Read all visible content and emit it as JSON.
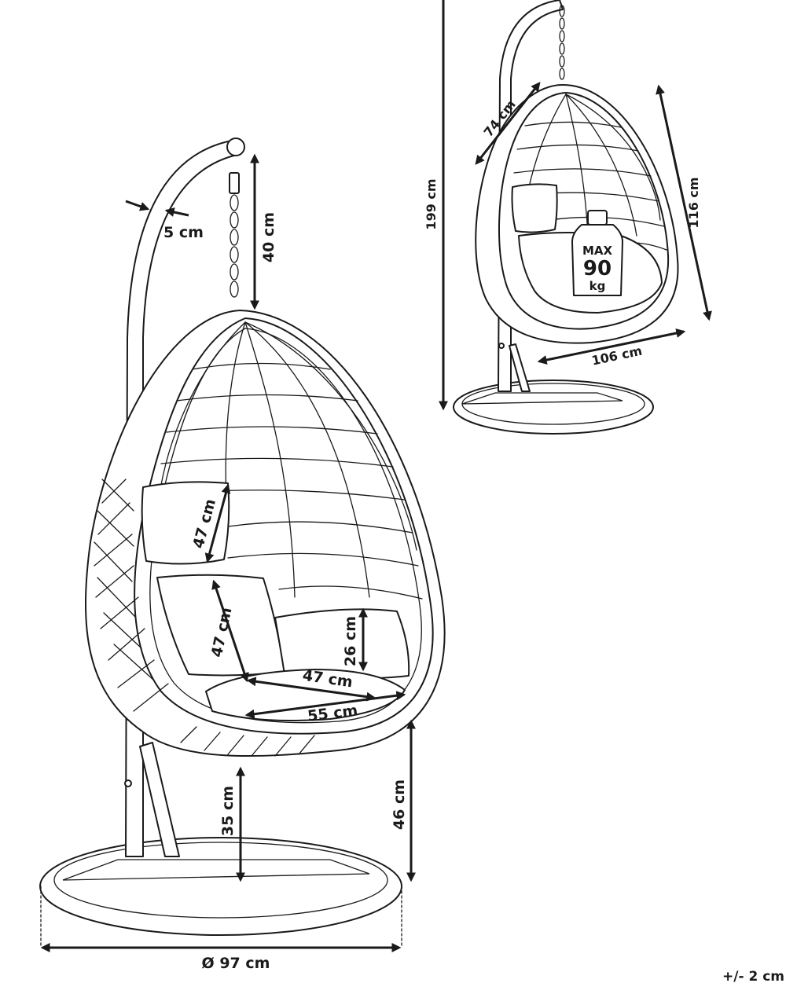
{
  "colors": {
    "ink": "#1a1a1a",
    "paper": "#ffffff"
  },
  "dimensions": {
    "stand_tube": "5 cm",
    "chain_length": "40 cm",
    "backrest_height": "47 cm",
    "seat_back_height": "47 cm",
    "seat_cushion_depth": "47 cm",
    "cushion_thickness": "26 cm",
    "seat_width": "55 cm",
    "seat_to_floor": "35 cm",
    "basket_bottom_height": "46 cm",
    "base_diameter": "Ø 97 cm",
    "total_height": "199 cm",
    "opening_width": "74 cm",
    "basket_height": "116 cm",
    "basket_width": "106 cm"
  },
  "weight_tag": {
    "line1": "MAX",
    "value": "90",
    "unit": "kg"
  },
  "tolerance": "+/- 2 cm"
}
